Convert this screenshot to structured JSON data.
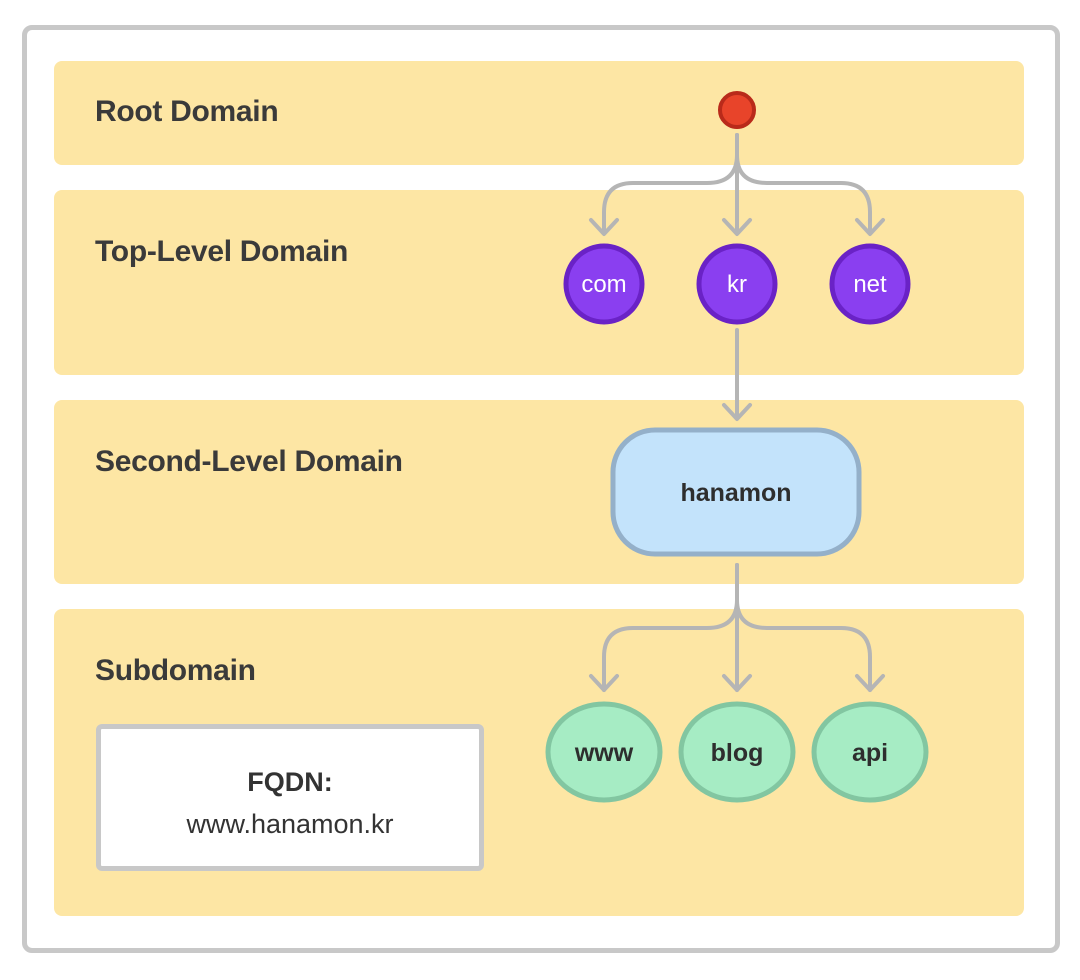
{
  "levels": {
    "root": "Root Domain",
    "tld": "Top-Level Domain",
    "sld": "Second-Level Domain",
    "sub": "Subdomain"
  },
  "tld_nodes": [
    "com",
    "kr",
    "net"
  ],
  "sld_node": "hanamon",
  "sub_nodes": [
    "www",
    "blog",
    "api"
  ],
  "fqdn": {
    "title": "FQDN:",
    "value": "www.hanamon.kr"
  },
  "colors": {
    "band": "#fde6a4",
    "root_node": "#e8442a",
    "tld_node": "#8a3ff0",
    "sld_node": "#c3e3fb",
    "sub_node": "#a6ecc4",
    "connector": "#b5b5b5"
  }
}
